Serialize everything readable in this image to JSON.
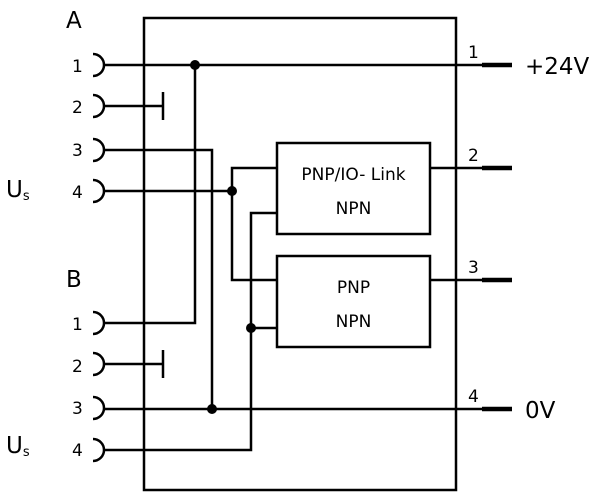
{
  "connector_a": {
    "label": "A",
    "pins": [
      "1",
      "2",
      "3",
      "4"
    ],
    "supply_label": "U",
    "supply_sub": "s"
  },
  "connector_b": {
    "label": "B",
    "pins": [
      "1",
      "2",
      "3",
      "4"
    ],
    "supply_label": "U",
    "supply_sub": "s"
  },
  "module_upper": {
    "line1": "PNP/IO- Link",
    "line2": "NPN"
  },
  "module_lower": {
    "line1": "PNP",
    "line2": "NPN"
  },
  "outputs": [
    {
      "pin": "1",
      "label": "+24V"
    },
    {
      "pin": "2",
      "label": ""
    },
    {
      "pin": "3",
      "label": ""
    },
    {
      "pin": "4",
      "label": "0V"
    }
  ]
}
